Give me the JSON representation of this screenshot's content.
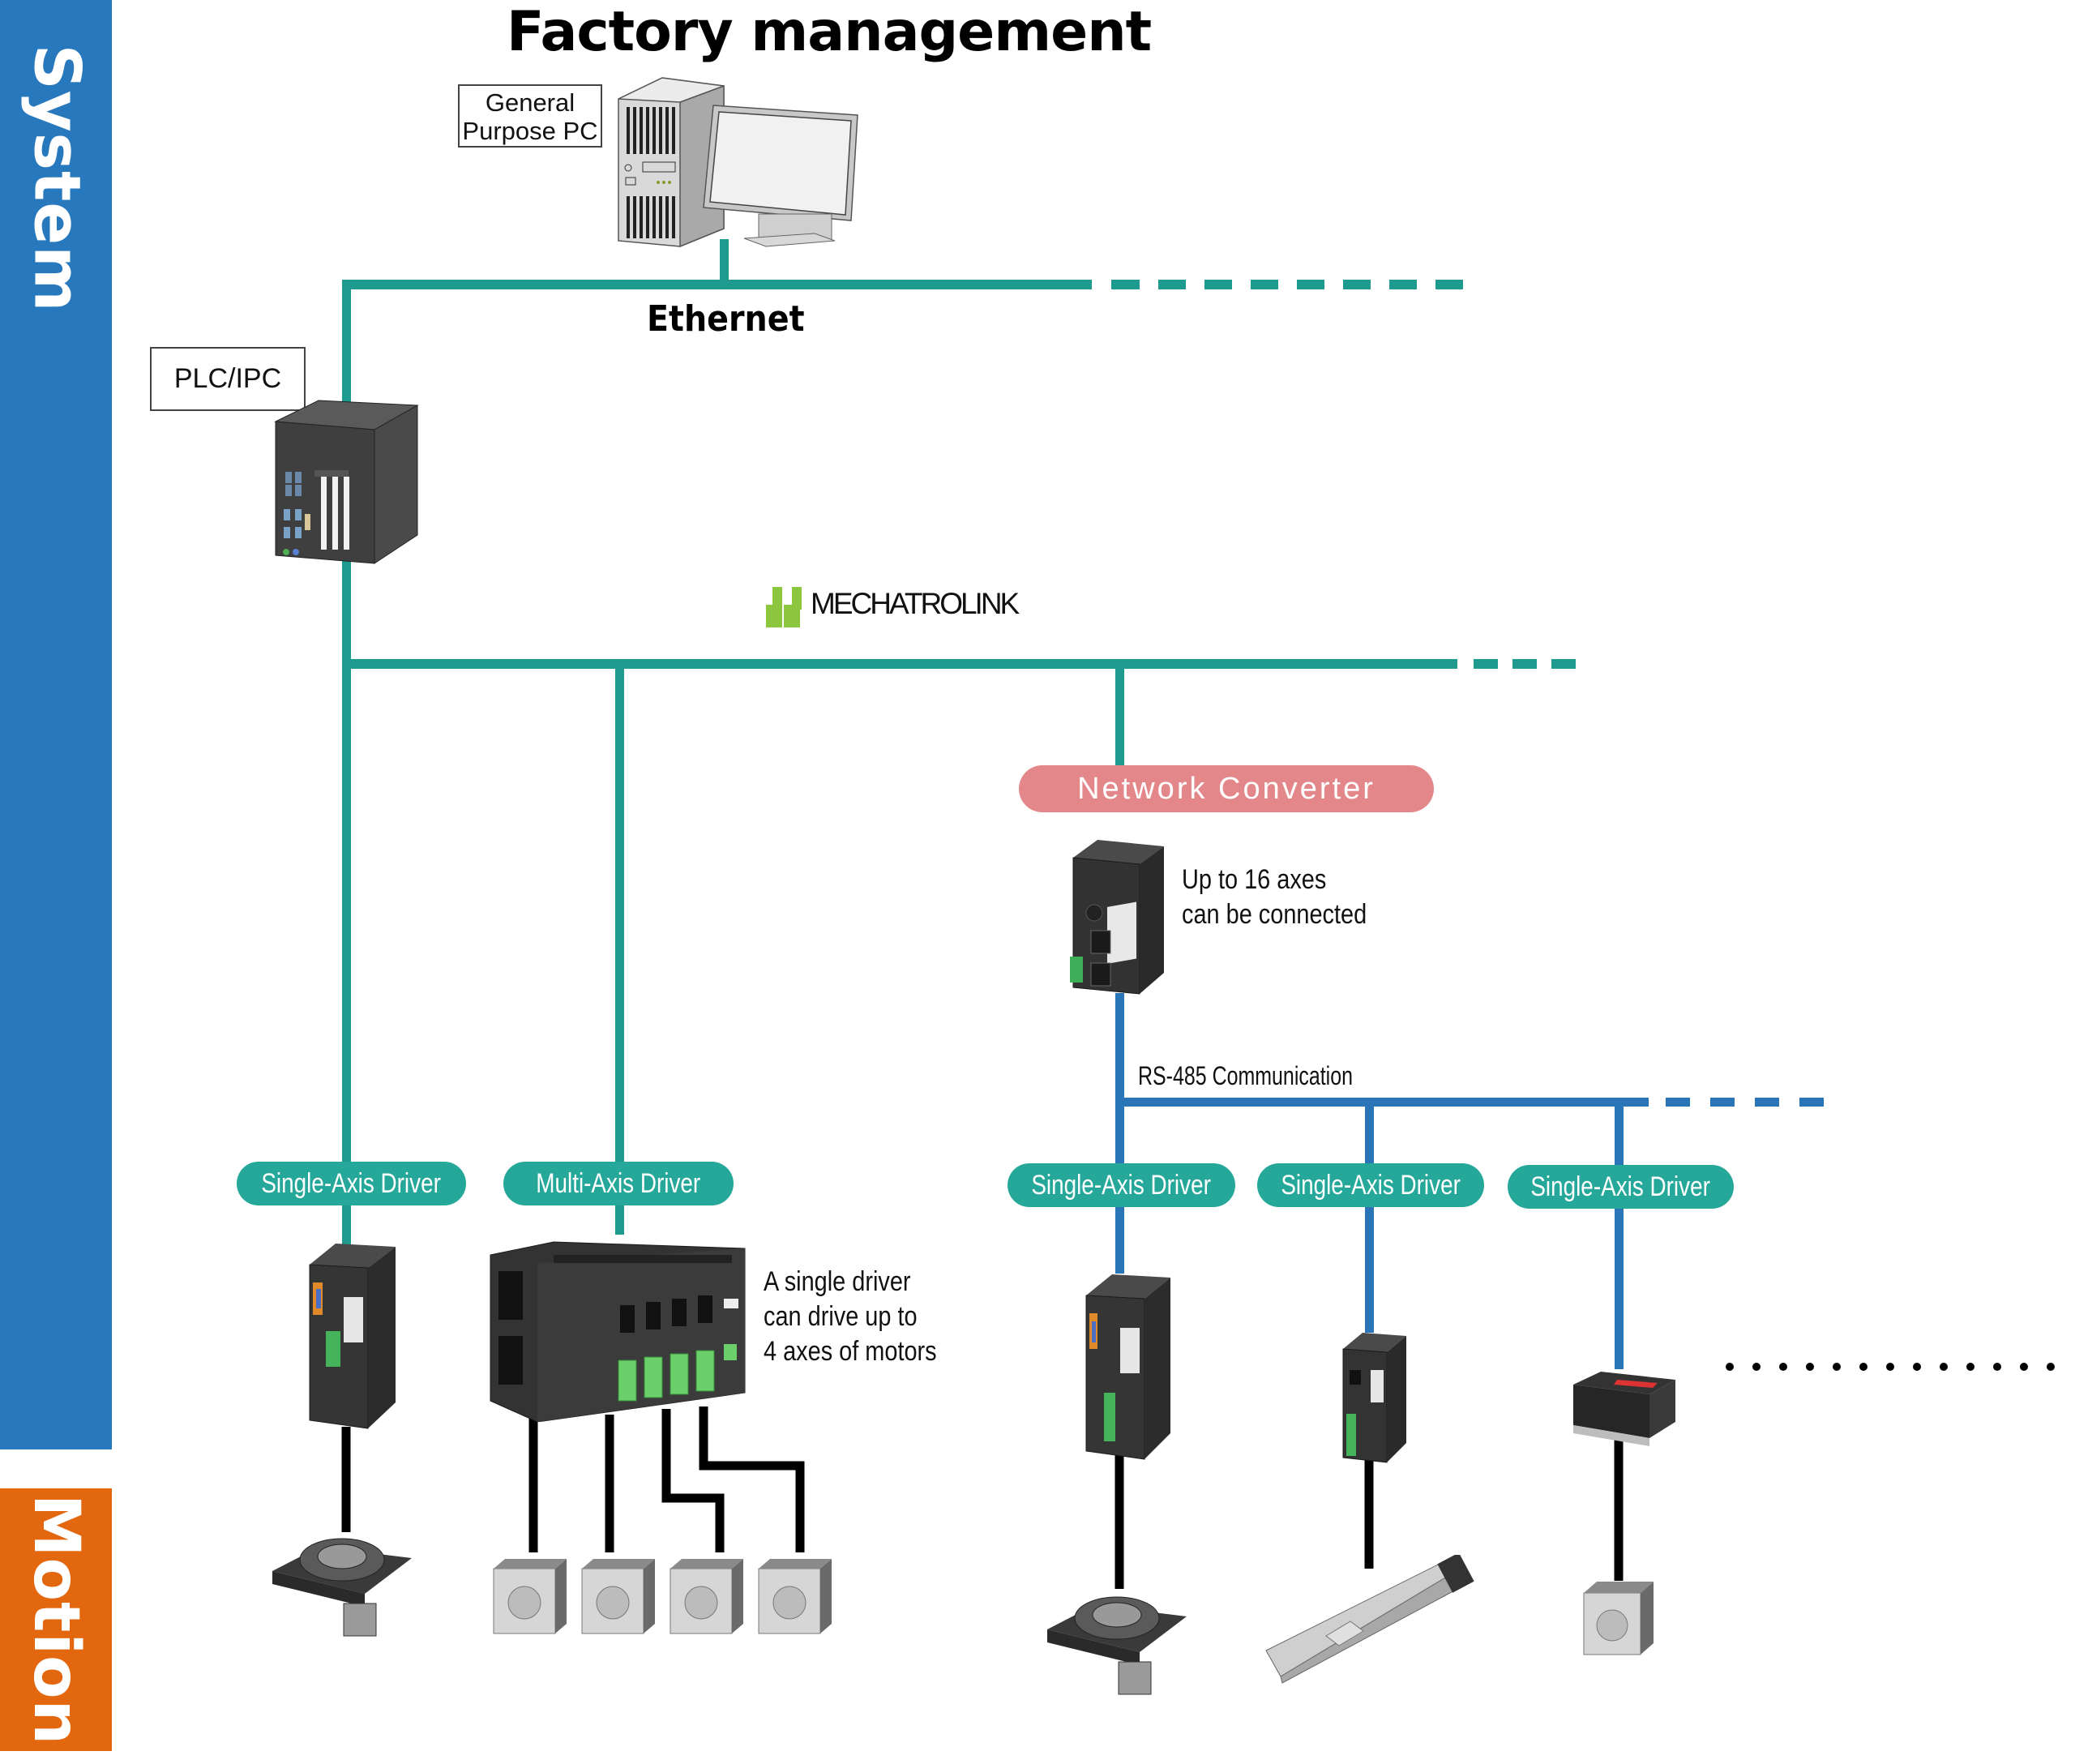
{
  "sections": {
    "system": "System",
    "motion": "Motion"
  },
  "title": "Factory management",
  "pc_label": [
    "General",
    "Purpose PC"
  ],
  "plc_label": "PLC/IPC",
  "networks": {
    "ethernet": "Ethernet",
    "mechatrolink": "MECHATROLINK",
    "rs485": "RS-485 Communication"
  },
  "network_converter": {
    "label": "Network Converter",
    "note": [
      "Up to 16 axes",
      "can be connected"
    ]
  },
  "drivers": [
    {
      "label": "Single-Axis Driver",
      "bus": "MECHATROLINK",
      "motor": "rotary actuator"
    },
    {
      "label": "Multi-Axis Driver",
      "bus": "MECHATROLINK",
      "motor": "4 stepping motors",
      "note": [
        "A single driver",
        "can drive up to",
        "4 axes of motors"
      ]
    },
    {
      "label": "Single-Axis Driver",
      "bus": "RS-485",
      "motor": "rotary actuator"
    },
    {
      "label": "Single-Axis Driver",
      "bus": "RS-485",
      "motor": "linear actuator"
    },
    {
      "label": "Single-Axis Driver",
      "bus": "RS-485",
      "motor": "stepping motor"
    }
  ],
  "colors": {
    "system": "#2878bd",
    "motion": "#e2670f",
    "teal_line": "#1f9a8f",
    "teal_pill": "#25a89a",
    "rs485_line": "#2a74b8",
    "converter_pill": "#e4878a",
    "mechatrolink_green": "#8cc63f"
  }
}
